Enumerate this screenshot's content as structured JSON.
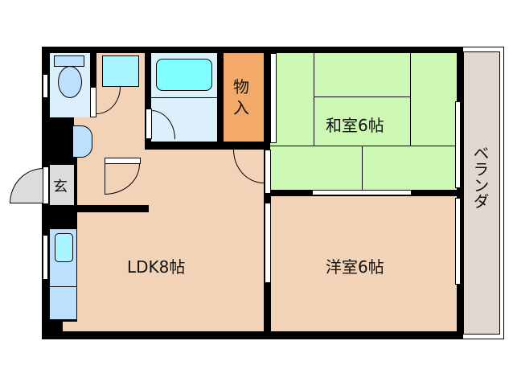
{
  "floor_plan": {
    "rooms": {
      "washitsu": {
        "label": "和室6帖",
        "color": "#ccf8b4"
      },
      "yoshitsu": {
        "label": "洋室6帖",
        "color": "#f2d3b8"
      },
      "ldk": {
        "label": "LDK8帖",
        "color": "#f2d3b8"
      },
      "storage": {
        "label_top": "物",
        "label_bottom": "入",
        "color": "#f2a96a"
      },
      "entrance": {
        "label": "玄",
        "color": "#dcdcdc"
      },
      "veranda": {
        "label": "ベランダ",
        "color": "#e0d8d0"
      },
      "bath": {
        "color": "#dcf0fc"
      },
      "toilet": {
        "color": "#dcf0fc"
      },
      "washroom": {
        "color": "#f2d3b8"
      }
    },
    "colors": {
      "wall": "#000000",
      "fixture": "#80ffff",
      "fixture_light": "#bde0ff"
    }
  }
}
